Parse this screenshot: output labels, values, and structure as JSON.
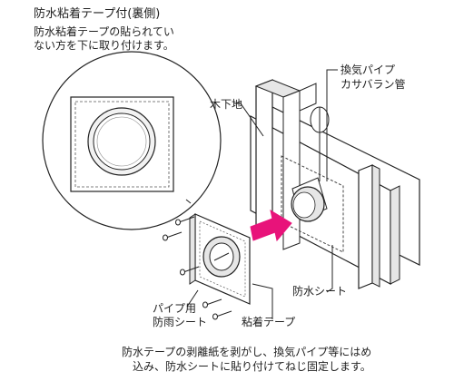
{
  "title": "防水粘着テープ付(裏側)",
  "note_line1": "防水粘着テープの貼られてい",
  "note_line2": "ない方を下に取り付けます。",
  "labels": {
    "pipe_line1": "換気パイプ",
    "pipe_line2": "カサバラン管",
    "wood_base": "木下地",
    "waterproof_sheet": "防水シート",
    "pipe_rain_sheet_line1": "パイプ用",
    "pipe_rain_sheet_line2": "防雨シート",
    "adhesive_tape": "粘着テープ"
  },
  "footer_line1": "防水テープの剥離紙を剥がし、換気パイプ等にはめ",
  "footer_line2": "込み、防水シートに貼り付けてねじ固定します。",
  "colors": {
    "arrow": "#e8137a",
    "line": "#222222",
    "fill": "#ffffff",
    "shade": "#e6e6e6"
  }
}
